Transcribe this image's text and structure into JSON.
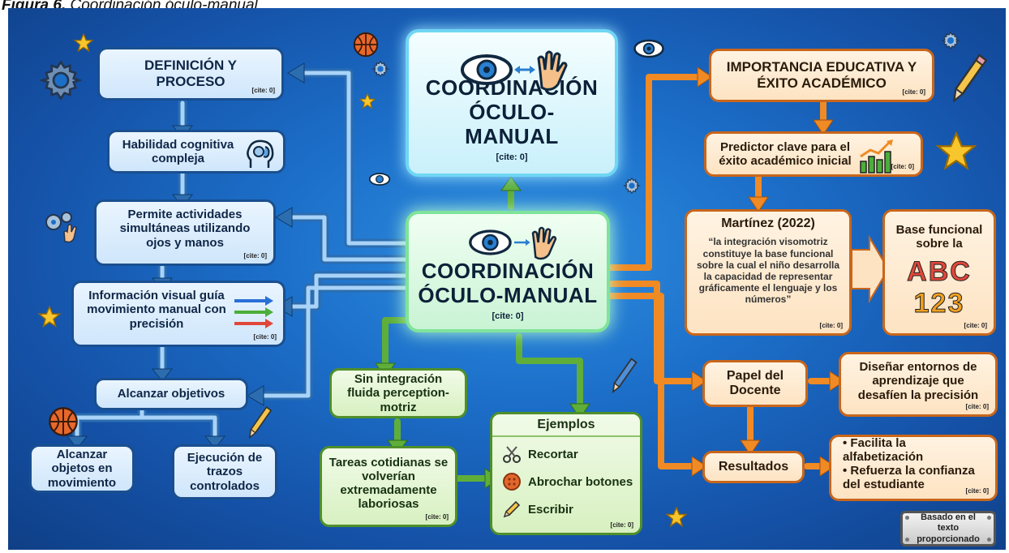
{
  "caption": {
    "label": "Figura 6.",
    "title": "Coordinación óculo-manual"
  },
  "top_box": {
    "title": "COORDINACIÓN ÓCULO-MANUAL",
    "cite": "[cite: 0]"
  },
  "center_box": {
    "title": "COORDINACIÓN ÓCULO-MANUAL",
    "cite": "[cite: 0]"
  },
  "left": {
    "definicion": {
      "text": "DEFINICIÓN Y PROCESO",
      "cite": "[cite: 0]"
    },
    "habilidad": {
      "text": "Habilidad cognitiva compleja"
    },
    "permite": {
      "text": "Permite actividades simultáneas utilizando ojos y manos",
      "cite": "[cite: 0]"
    },
    "informacion": {
      "text": "Información visual guía movimiento manual con precisión",
      "cite": "[cite: 0]"
    },
    "alcanzar": {
      "text": "Alcanzar objetivos"
    },
    "objetos": {
      "text": "Alcanzar objetos en movimiento"
    },
    "trazos": {
      "text": "Ejecución de trazos controlados"
    }
  },
  "middle": {
    "sin_integracion": {
      "text": "Sin integración fluida perception-motriz"
    },
    "tareas": {
      "text": "Tareas cotidianas se volverían extremadamente laboriosas",
      "cite": "[cite: 0]"
    },
    "ejemplos": {
      "title": "Ejemplos",
      "items": [
        "Recortar",
        "Abrochar botones",
        "Escribir"
      ],
      "cite": "[cite: 0]"
    }
  },
  "right": {
    "importancia": {
      "text": "IMPORTANCIA EDUCATIVA Y ÉXITO ACADÉMICO",
      "cite": "[cite: 0]"
    },
    "predictor": {
      "text": "Predictor clave para el éxito académico inicial",
      "cite": "[cite: 0]"
    },
    "martinez": {
      "title": "Martínez (2022)",
      "quote": "“la integración visomotriz constituye la base funcional sobre la cual el niño desarrolla la capacidad de representar gráficamente el lenguaje y los números”",
      "cite": "[cite: 0]"
    },
    "base": {
      "title": "Base funcional sobre la",
      "letters": "ABC",
      "numbers": "123",
      "cite": "[cite: 0]"
    },
    "papel": {
      "text": "Papel del Docente"
    },
    "disenar": {
      "text": "Diseñar entornos de aprendizaje que desafíen la precisión",
      "cite": "[cite: 0]"
    },
    "resultados": {
      "text": "Resultados"
    },
    "lista": {
      "items": [
        "Facilita la alfabetización",
        "Refuerza la confianza del estudiante"
      ],
      "cite": "[cite: 0]"
    }
  },
  "footer_plate": {
    "text": "Basado en el texto proporcionado"
  },
  "colors": {
    "blue_arrow": "#1d5a9e",
    "orange_arrow": "#f08a24",
    "green_arrow": "#5fae3a",
    "background": "#1c6fc9"
  }
}
